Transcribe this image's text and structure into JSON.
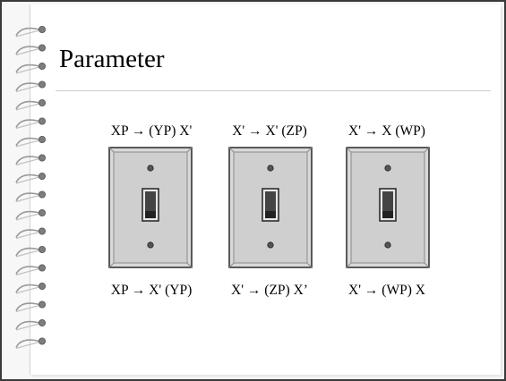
{
  "slide": {
    "title": "Parameter"
  },
  "switches": [
    {
      "top_label": "XP → (YP) X'",
      "bottom_label": "XP → X' (YP)",
      "icon": "toggle-switch-icon"
    },
    {
      "top_label": "X' → X' (ZP)",
      "bottom_label": "X' → (ZP) X’",
      "icon": "toggle-switch-icon"
    },
    {
      "top_label": "X' → X (WP)",
      "bottom_label": "X' → (WP) X",
      "icon": "toggle-switch-icon"
    }
  ],
  "decorations": {
    "binding": "spiral-binding-icon"
  }
}
